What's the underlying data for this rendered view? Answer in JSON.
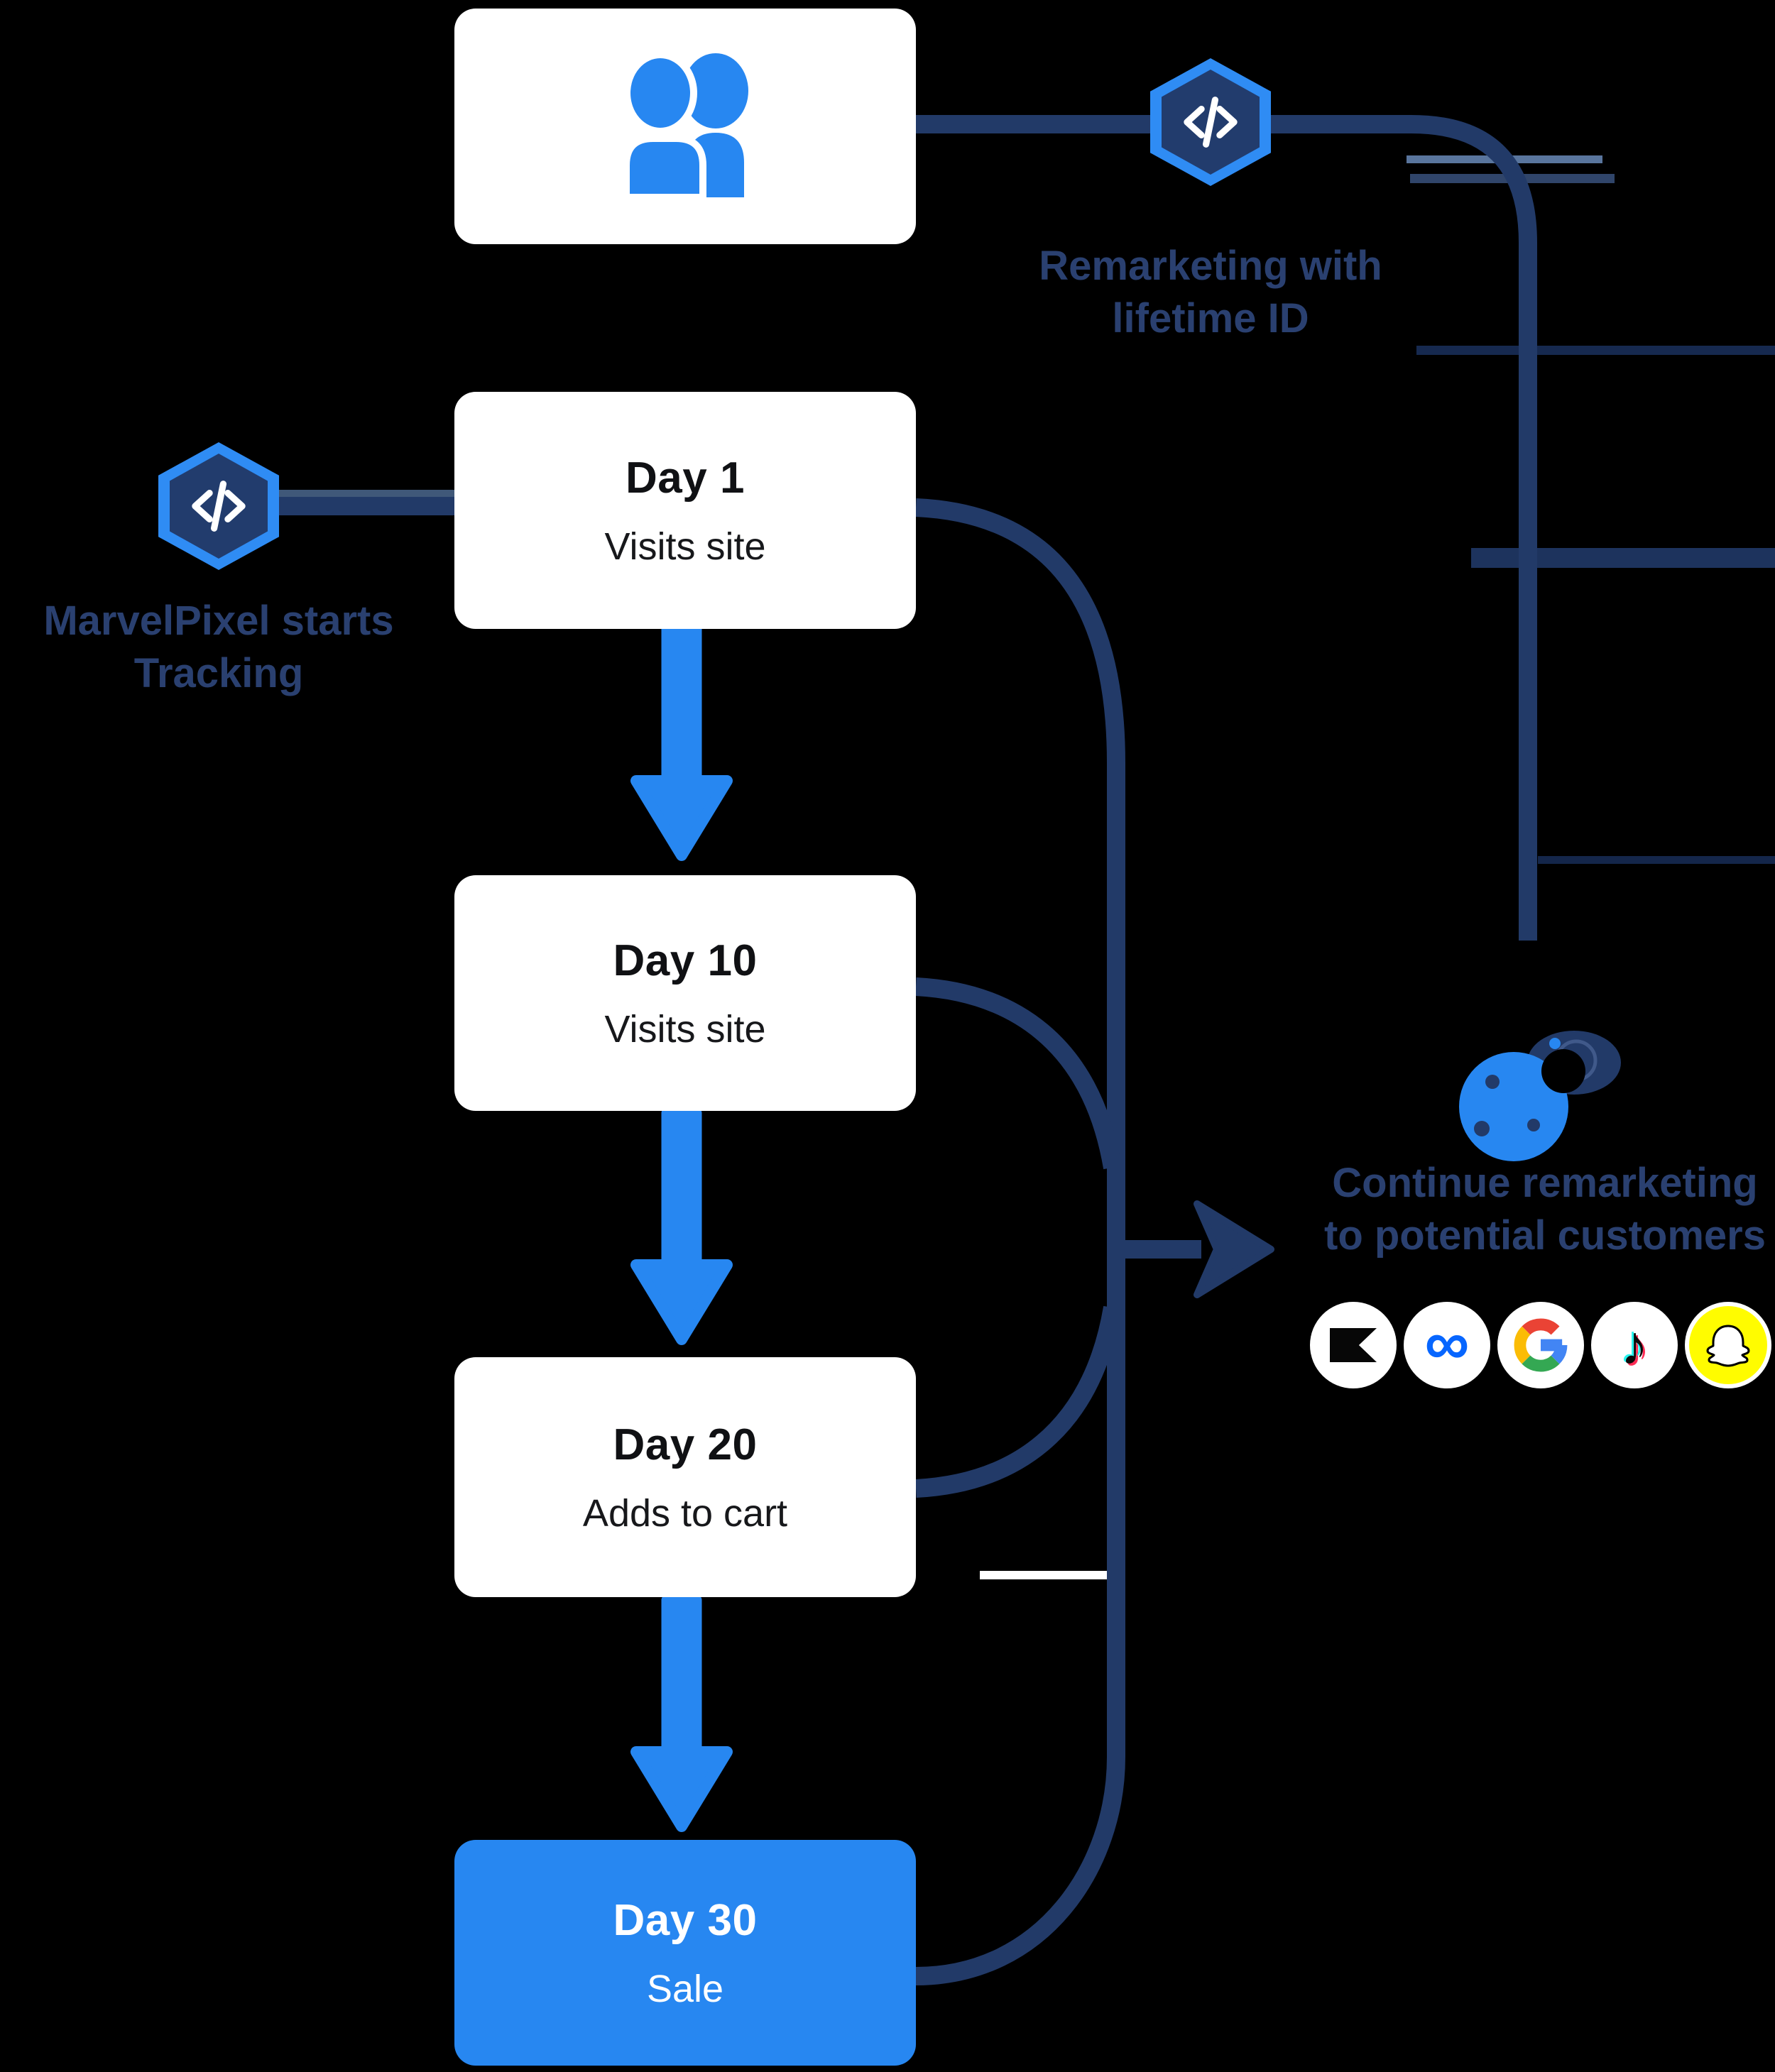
{
  "colors": {
    "accent_blue": "#2787f1",
    "hexagon_border_blue": "#2f8cf4",
    "line_navy": "#223a68",
    "text_navy": "#2a4070",
    "background": "#000000",
    "box_background": "#ffffff",
    "snapchat_yellow": "#fffc00",
    "meta_blue": "#0766ff",
    "google_colors": [
      "#EA4335",
      "#FBBC05",
      "#34A853",
      "#4285F4"
    ]
  },
  "funnel": {
    "audience_box": {
      "icon": "two-users-icon"
    },
    "steps": [
      {
        "title": "Day 1",
        "subtitle": "Visits site"
      },
      {
        "title": "Day 10",
        "subtitle": "Visits site"
      },
      {
        "title": "Day 20",
        "subtitle": "Adds to cart"
      },
      {
        "title": "Day 30",
        "subtitle": "Sale"
      }
    ]
  },
  "annotations": {
    "remarketing": {
      "line1": "Remarketing with",
      "line2": "lifetime ID"
    },
    "tracking": {
      "line1": "MarvelPixel starts",
      "line2": "Tracking"
    },
    "continue_remarketing": {
      "line1": "Continue remarketing",
      "line2": "to potential customers"
    }
  },
  "icons": {
    "code_hexagon": "code-tag-hexagon",
    "users": "two-users",
    "cookie_eye": "tracking-cookie-with-eye",
    "meta_glyph": "∞",
    "tiktok_glyph": "♪"
  },
  "platforms": [
    {
      "name": "flag-banner"
    },
    {
      "name": "meta"
    },
    {
      "name": "google"
    },
    {
      "name": "tiktok"
    },
    {
      "name": "snapchat"
    }
  ]
}
